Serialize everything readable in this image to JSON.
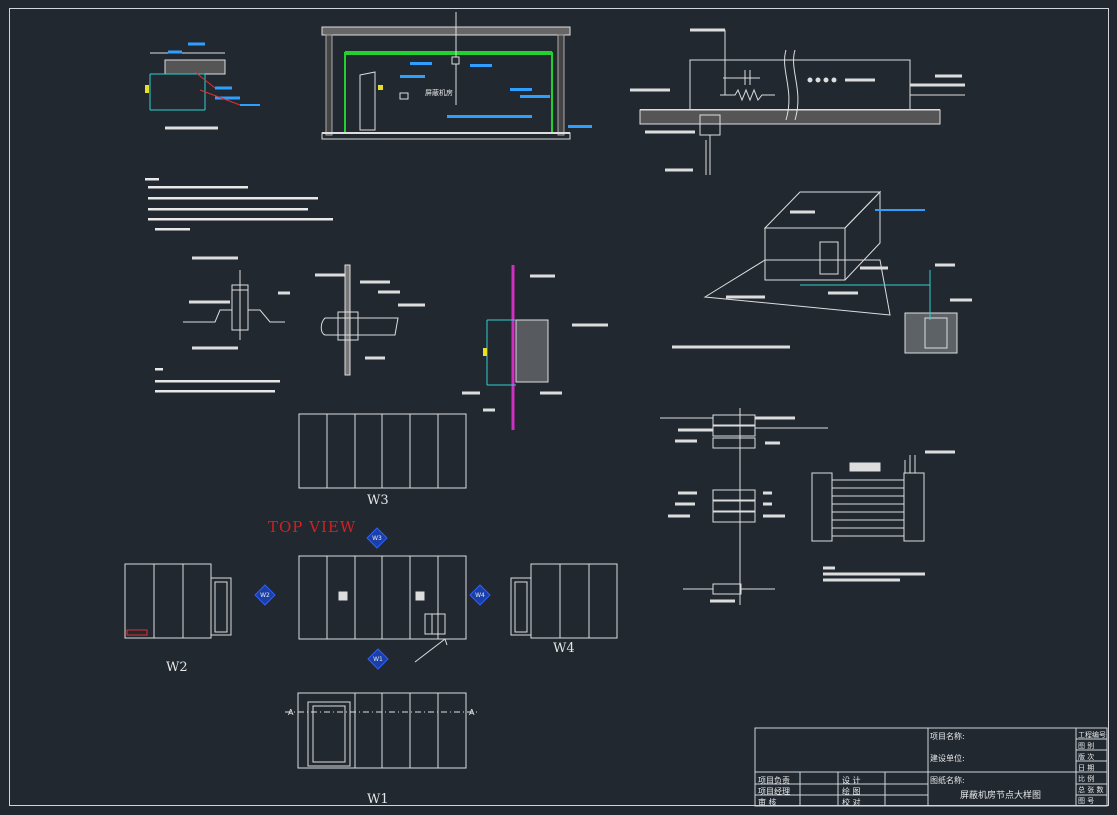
{
  "views": {
    "top_view_label": "TOP VIEW",
    "w1": "W1",
    "w2": "W2",
    "w3": "W3",
    "w4": "W4",
    "marker_w1": "W1",
    "marker_w2": "W2",
    "marker_w3": "W3",
    "marker_w4": "W4",
    "section_a_left": "A",
    "section_a_right": "A"
  },
  "title_block": {
    "project_title_name": "项目名称:",
    "build_unit": "建设单位:",
    "drawing_name_label": "图纸名称:",
    "drawing_name": "屏蔽机房节点大样图",
    "project_manager": "项目负责",
    "project_lead": "项目经理",
    "review": "审 核",
    "design": "设 计",
    "draw": "绘 图",
    "check": "校 对",
    "right_col": [
      "工程编号",
      "图 别",
      "版 次",
      "日 期",
      "比 例",
      "总 张 数",
      "图 号"
    ]
  },
  "sections": {
    "room_label": "屏蔽机房"
  }
}
